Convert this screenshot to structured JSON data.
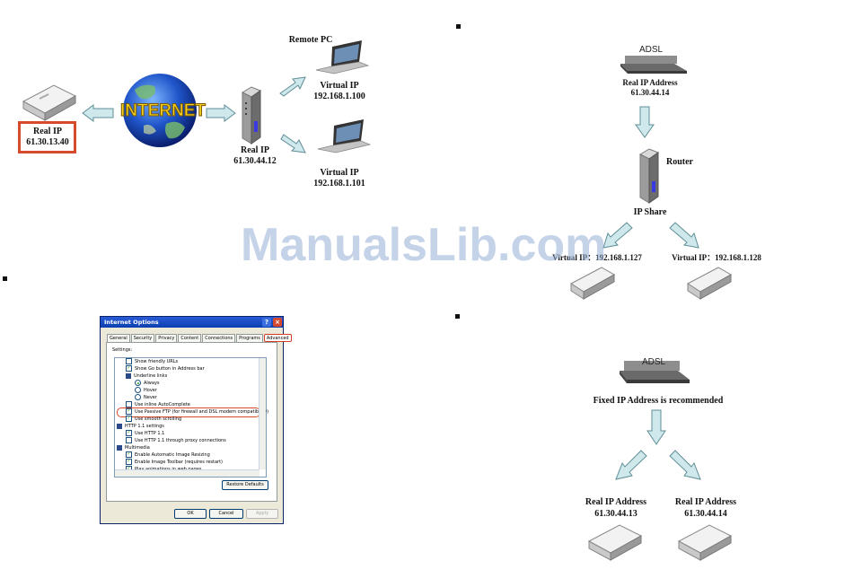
{
  "watermark": "ManualsLib.com",
  "diagram1": {
    "real_ip_title": "Real IP",
    "real_ip_value": "61.30.13.40",
    "internet": "INTERNET",
    "remote_pc": "Remote PC",
    "virtual_ip_1_title": "Virtual IP",
    "virtual_ip_1_value": "192.168.1.100",
    "router_real_ip_title": "Real IP",
    "router_real_ip_value": "61.30.44.12",
    "virtual_ip_2_title": "Virtual IP",
    "virtual_ip_2_value": "192.168.1.101"
  },
  "diagram2": {
    "adsl": "ADSL",
    "real_ip_title": "Real IP Address",
    "real_ip_value": "61.30.44.14",
    "router": "Router",
    "ip_share": "IP Share",
    "left_virtual": "Virtual IP：192.168.1.127",
    "right_virtual": "Virtual IP：192.168.1.128"
  },
  "diagram3": {
    "adsl": "ADSL",
    "fixed": "Fixed IP Address is recommended",
    "left_title": "Real IP Address",
    "left_value": "61.30.44.13",
    "right_title": "Real IP Address",
    "right_value": "61.30.44.14"
  },
  "dialog": {
    "title": "Internet Options",
    "help": "?",
    "close": "×",
    "tabs": [
      "General",
      "Security",
      "Privacy",
      "Content",
      "Connections",
      "Programs",
      "Advanced"
    ],
    "settings_label": "Settings:",
    "rows": [
      "Show friendly URLs",
      "Show Go button in Address bar",
      "Underline links",
      "Always",
      "Hover",
      "Never",
      "Use inline AutoComplete",
      "Use Passive FTP (for firewall and DSL modem compatibility)",
      "Use smooth scrolling",
      "HTTP 1.1 settings",
      "Use HTTP 1.1",
      "Use HTTP 1.1 through proxy connections",
      "Multimedia",
      "Enable Automatic Image Resizing",
      "Enable Image Toolbar (requires restart)",
      "Play animations in web pages"
    ],
    "restore": "Restore Defaults",
    "ok": "OK",
    "cancel": "Cancel",
    "apply": "Apply"
  },
  "colors": {
    "arrow_fill": "#cfe8ec",
    "arrow_stroke": "#5f8e97",
    "highlight": "#d84a2c"
  }
}
